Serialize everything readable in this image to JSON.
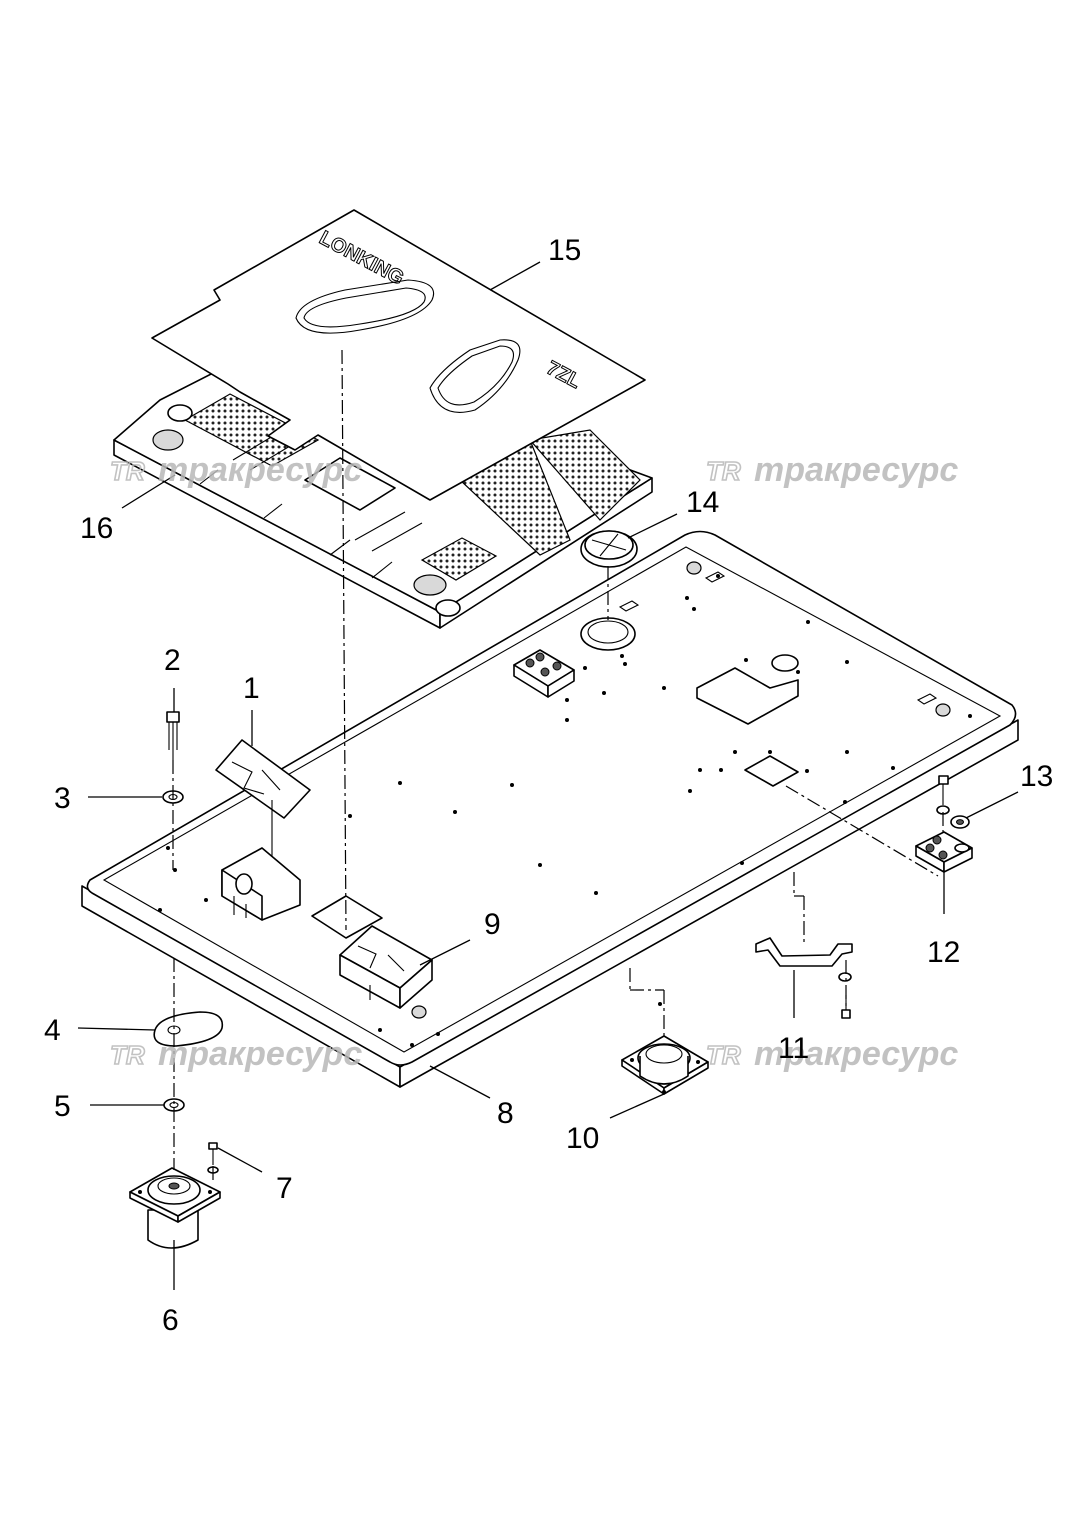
{
  "callouts": {
    "c1": "1",
    "c2": "2",
    "c3": "3",
    "c4": "4",
    "c5": "5",
    "c6": "6",
    "c7": "7",
    "c8": "8",
    "c9": "9",
    "c10": "10",
    "c11": "11",
    "c12": "12",
    "c13": "13",
    "c14": "14",
    "c15": "15",
    "c16": "16"
  },
  "watermark": {
    "logo": "TR",
    "text": "тракресурс"
  },
  "mat_logo": {
    "brand": "LONKING",
    "model": "7ZL"
  },
  "colors": {
    "line": "#000000",
    "watermark": "#b8b8b8",
    "background": "#ffffff"
  }
}
